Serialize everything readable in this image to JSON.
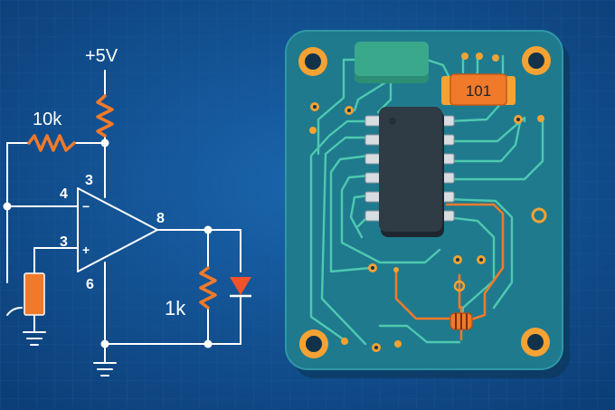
{
  "schematic": {
    "supply_label": "+5V",
    "resistor_top_label": "10k",
    "resistor_load_label": "1k",
    "pin_top": "3",
    "pin_inverting": "4",
    "pin_noninverting": "3",
    "pin_output": "8",
    "pin_bottom": "6",
    "inverting_symbol": "−",
    "noninverting_symbol": "+"
  },
  "pcb": {
    "component_label": "101"
  },
  "colors": {
    "background": "#0f4d8f",
    "board": "#1f7a8e",
    "trace": "#4ec9b0",
    "trace_orange": "#f07a2a",
    "pad": "#f3a233",
    "chip": "#2f3b45",
    "resistor": "#f07a2a",
    "relay": "#3aa88a"
  }
}
